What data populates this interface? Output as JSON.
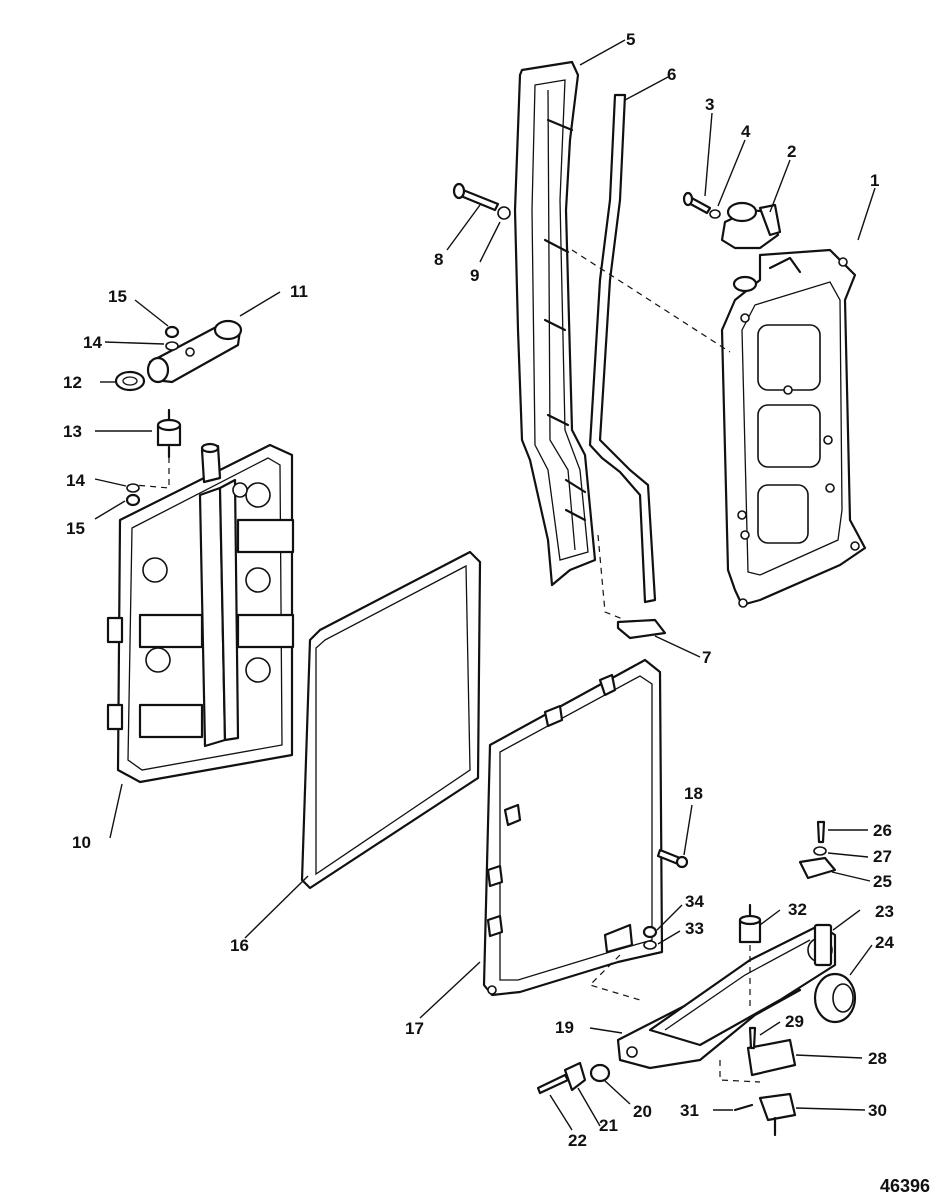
{
  "figure_id": "46396",
  "callouts": [
    "1",
    "2",
    "3",
    "4",
    "5",
    "6",
    "7",
    "8",
    "9",
    "10",
    "11",
    "12",
    "13",
    "14",
    "14",
    "15",
    "15",
    "16",
    "17",
    "18",
    "19",
    "20",
    "21",
    "22",
    "23",
    "24",
    "25",
    "26",
    "27",
    "28",
    "29",
    "30",
    "31",
    "32",
    "33",
    "34"
  ]
}
